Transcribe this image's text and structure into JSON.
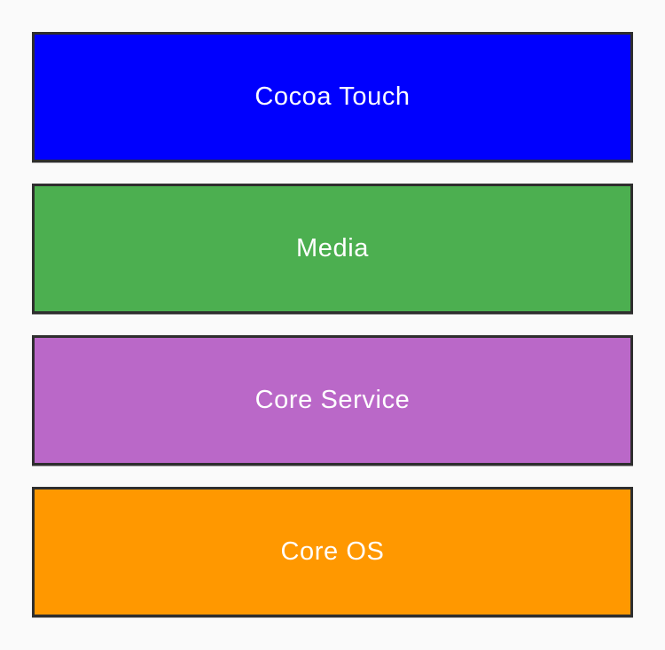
{
  "diagram": {
    "type": "stacked-layer-diagram",
    "background_color": "#fafafa",
    "border_color": "#2e2e2e",
    "text_color": "#ffffff",
    "layers": [
      {
        "label": "Cocoa Touch",
        "color": "#0000fe"
      },
      {
        "label": "Media",
        "color": "#4caf50"
      },
      {
        "label": "Core Service",
        "color": "#ba68c8"
      },
      {
        "label": "Core OS",
        "color": "#ff9800"
      }
    ]
  }
}
